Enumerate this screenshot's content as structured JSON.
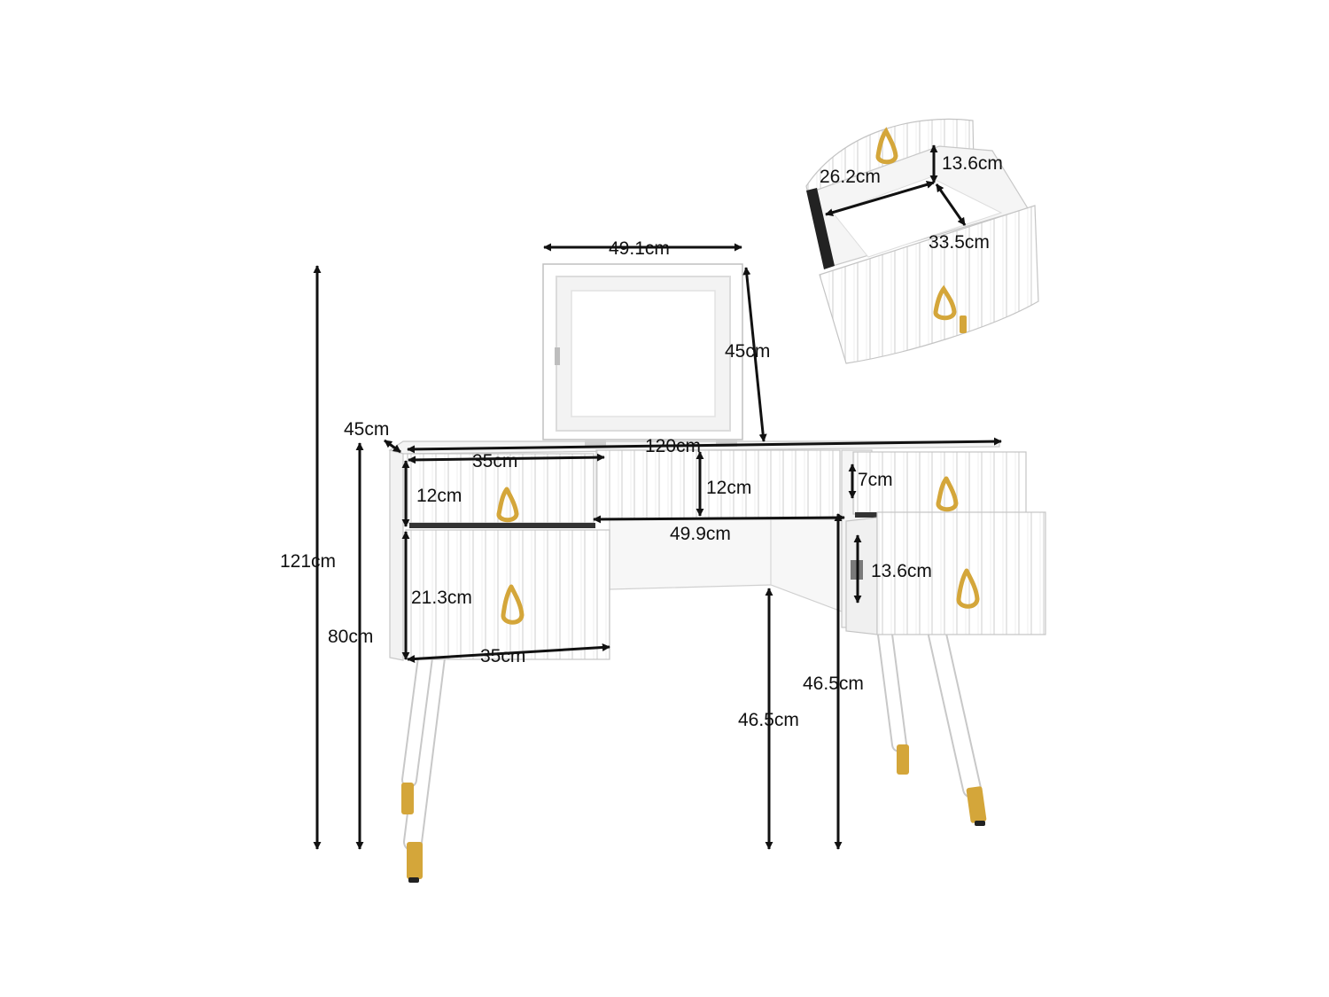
{
  "palette": {
    "furniture": "#ffffff",
    "outline": "#c4c4c4",
    "groove": "#d9d9d9",
    "gold": "#d4a63a",
    "arrow": "#111111",
    "shadow": "#2a2a2a"
  },
  "icons": {
    "handle": "gold-drawer-pull-icon",
    "mirror": "led-mirror-icon"
  },
  "dimensions": {
    "mirror_width": "49.1cm",
    "mirror_height": "45cm",
    "depth": "45cm",
    "total_width": "120cm",
    "left_top_drawer_width": "35cm",
    "left_top_drawer_height": "12cm",
    "center_drawer_height": "12cm",
    "right_top_drawer_height": "7cm",
    "knee_space_width": "49.9cm",
    "left_bottom_drawer_height": "21.3cm",
    "left_bottom_drawer_width": "35cm",
    "right_bottom_drawer_height": "13.6cm",
    "total_height": "121cm",
    "desk_height": "80cm",
    "right_leg_height": "46.5cm",
    "center_leg_height": "46.5cm",
    "inset_drawer_height": "13.6cm",
    "inset_drawer_width": "26.2cm",
    "inset_drawer_depth": "33.5cm"
  }
}
